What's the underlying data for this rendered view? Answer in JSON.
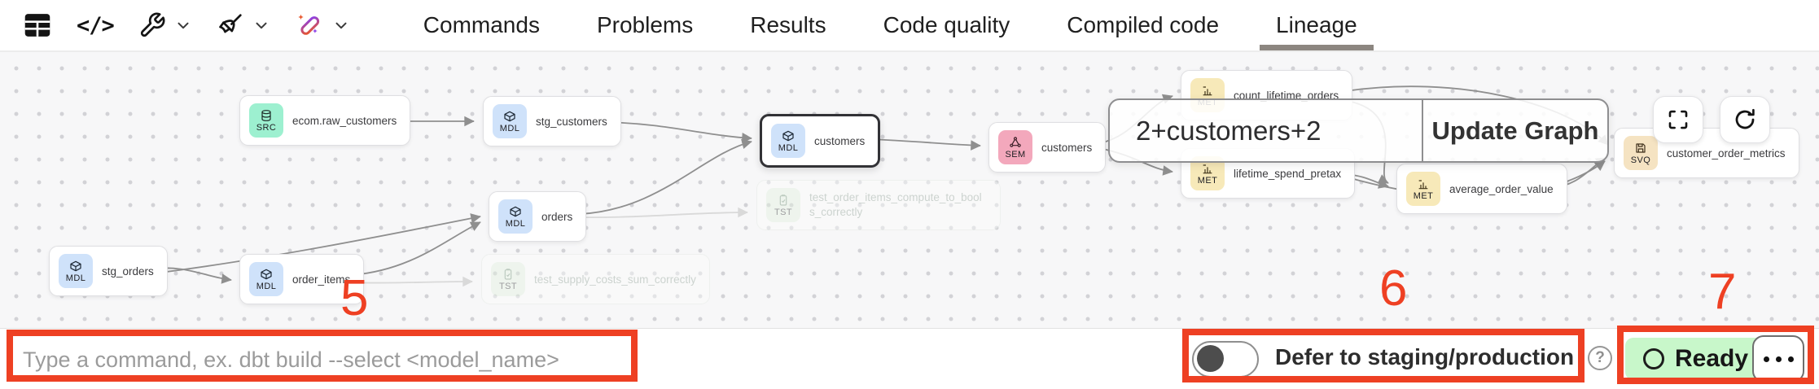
{
  "toolbar": {
    "icons": [
      "table-icon",
      "code-icon",
      "wrench-icon",
      "chevron-down-icon",
      "broom-icon",
      "chevron-down-icon",
      "magic-wand-icon",
      "chevron-down-icon"
    ],
    "code_glyph": "</>"
  },
  "tabs": {
    "items": [
      {
        "label": "Commands",
        "active": false
      },
      {
        "label": "Problems",
        "active": false
      },
      {
        "label": "Results",
        "active": false
      },
      {
        "label": "Code quality",
        "active": false
      },
      {
        "label": "Compiled code",
        "active": false
      },
      {
        "label": "Lineage",
        "active": true
      }
    ]
  },
  "graph": {
    "nodes": [
      {
        "label": "ecom.raw_customers",
        "type": "SRC"
      },
      {
        "label": "stg_customers",
        "type": "MDL"
      },
      {
        "label": "customers",
        "type": "MDL",
        "selected": true
      },
      {
        "label": "customers",
        "type": "SEM"
      },
      {
        "label": "orders",
        "type": "MDL"
      },
      {
        "label": "stg_orders",
        "type": "MDL"
      },
      {
        "label": "order_items",
        "type": "MDL"
      },
      {
        "label": "count_lifetime_orders",
        "type": "MET"
      },
      {
        "label": "lifetime_spend_pretax",
        "type": "MET"
      },
      {
        "label": "average_order_value",
        "type": "MET"
      },
      {
        "label": "customer_order_metrics",
        "type": "SVQ"
      },
      {
        "label": "test_order_items_compute_to_bools_correctly",
        "type": "TST",
        "faded": true
      },
      {
        "label": "test_supply_costs_sum_correctly",
        "type": "TST",
        "faded": true
      }
    ],
    "overlay": {
      "selector_text": "2+customers+2",
      "update_button": "Update Graph"
    },
    "controls": [
      "fullscreen-icon",
      "refresh-icon"
    ]
  },
  "annotations": {
    "n5": "5",
    "n6": "6",
    "n7": "7",
    "color": "#ee4023"
  },
  "bottom_bar": {
    "command_placeholder": "Type a command, ex. dbt build --select <model_name>",
    "defer_toggle_label": "Defer to staging/production",
    "defer_toggle_state": "off",
    "help_glyph": "?",
    "status_label": "Ready",
    "menu_icon": "ellipsis-icon"
  },
  "colors": {
    "src_badge": "#9df0d0",
    "mdl_badge": "#cfe2fa",
    "sem_badge": "#f3a8bc",
    "met_badge": "#f7e9b9",
    "tst_badge": "#e3f2e0",
    "svq_badge": "#f5e3c2",
    "ready_bg": "#c8f7ca",
    "annotation_red": "#ee4023",
    "active_tab_underline": "#8c8680",
    "canvas_bg": "#f7f7f8"
  }
}
